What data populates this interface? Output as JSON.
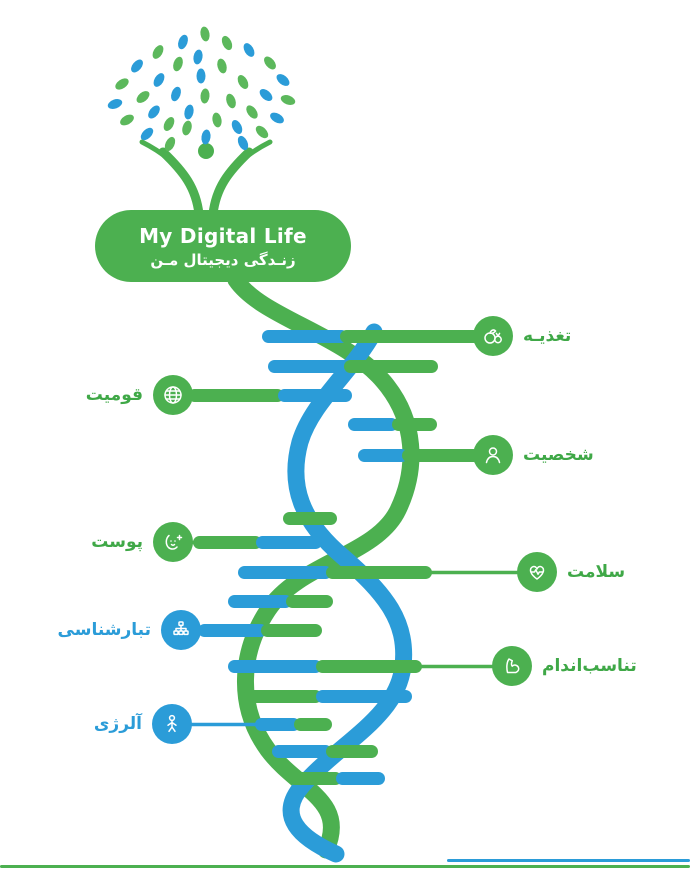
{
  "title": {
    "en": "My Digital Life",
    "fa": "زنـدگی دیجیتال مـن"
  },
  "palette": {
    "green": "#4cb050",
    "leaf_green": "#5cb85c",
    "blue": "#2b9cd8",
    "leaf_blue": "#1b7fc4",
    "background": "#ffffff"
  },
  "items": [
    {
      "label": "تغذیـه",
      "side": "right",
      "color": "green",
      "icon": "nutrition-icon"
    },
    {
      "label": "قومیت",
      "side": "left",
      "color": "green",
      "icon": "ethnicity-icon"
    },
    {
      "label": "شخصیت",
      "side": "right",
      "color": "green",
      "icon": "personality-icon"
    },
    {
      "label": "پوست",
      "side": "left",
      "color": "green",
      "icon": "skin-icon"
    },
    {
      "label": "سلامت",
      "side": "right",
      "color": "green",
      "icon": "health-icon"
    },
    {
      "label": "تبارشناسی",
      "side": "left",
      "color": "blue",
      "icon": "genealogy-icon"
    },
    {
      "label": "تناسب‌اندام",
      "side": "right",
      "color": "green",
      "icon": "fitness-icon"
    },
    {
      "label": "آلرژی",
      "side": "left",
      "color": "blue",
      "icon": "allergy-icon"
    }
  ]
}
